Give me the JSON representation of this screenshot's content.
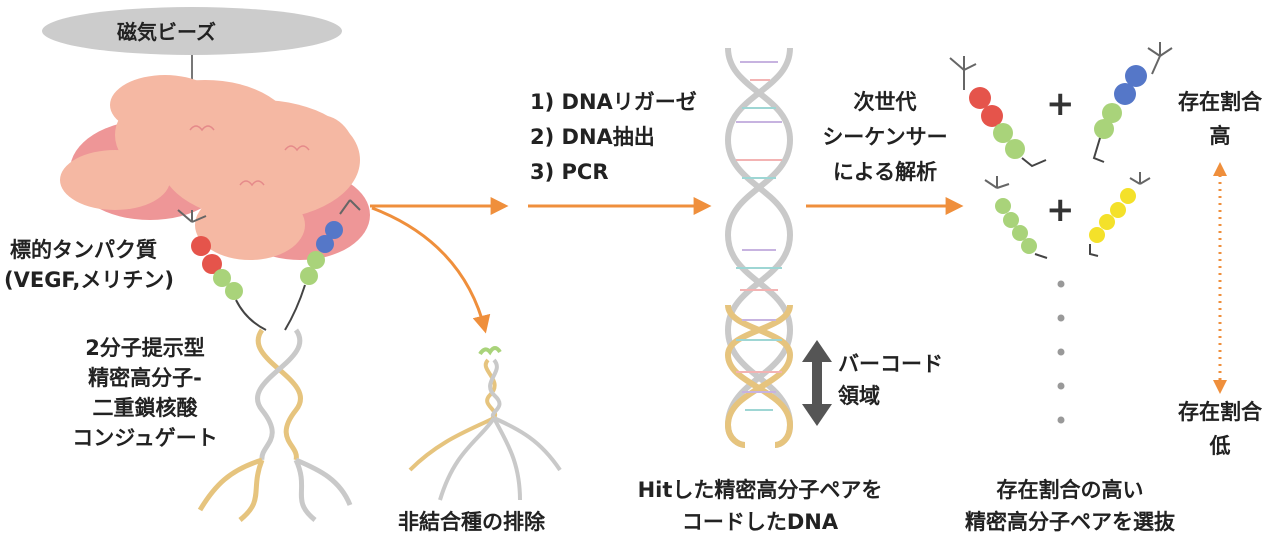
{
  "colors": {
    "orange_arrow": "#ef8f3c",
    "grey_strand": "#c9c9c9",
    "gold_strand": "#e6c47e",
    "protein_pink": "#f5b8a3",
    "protein_dark": "#ee9697",
    "bead_red": "#e5544b",
    "bead_green": "#a9d37a",
    "bead_blue": "#5577c8",
    "bead_yellow": "#f4e12a",
    "double_arrow": "#555555"
  },
  "labels": {
    "magnetic_beads": "磁気ビーズ",
    "target_protein_1": "標的タンパク質",
    "target_protein_2": "(VEGF,メリチン)",
    "conjugate_1": "2分子提示型",
    "conjugate_2": "精密高分子-",
    "conjugate_3": "二重鎖核酸",
    "conjugate_4": "コンジュゲート",
    "step_1": "1) DNAリガーゼ",
    "step_2": "2) DNA抽出",
    "step_3": "3) PCR",
    "unbound_removal": "非結合種の排除",
    "ngs_1": "次世代",
    "ngs_2": "シーケンサー",
    "ngs_3": "による解析",
    "barcode_1": "バーコード",
    "barcode_2": "領域",
    "hit_dna_1": "Hitした精密高分子ペアを",
    "hit_dna_2": "コードしたDNA",
    "high_abundance_1": "存在割合",
    "high_abundance_2": "高",
    "low_abundance_1": "存在割合",
    "low_abundance_2": "低",
    "select_1": "存在割合の高い",
    "select_2": "精密高分子ペアを選抜",
    "plus": "+"
  },
  "icons": [
    "magnetic-bead",
    "protein-cluster",
    "antibody-icon",
    "dna-double-helix",
    "orange-arrow",
    "double-headed-arrow",
    "bead-chain"
  ]
}
